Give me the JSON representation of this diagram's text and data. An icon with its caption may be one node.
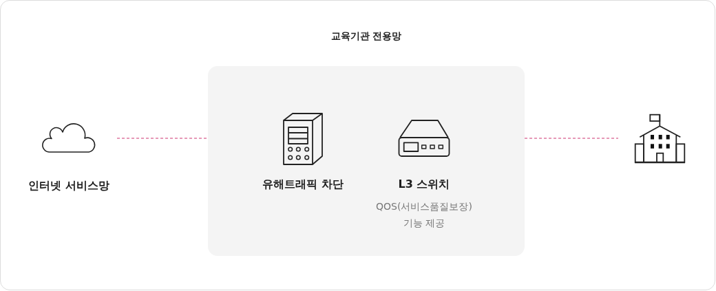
{
  "diagram": {
    "nodes": [
      {
        "text": [
          "교육기관 전용망"
        ]
      },
      {
        "text": [
          "인터넷 서비스망"
        ]
      },
      {
        "text": [
          "유해트래픽 차단"
        ],
        "in": 0
      },
      {
        "text": [
          "L3 스위치",
          "QOS(서비스품질보장) 기능 제공"
        ],
        "in": 0
      },
      {
        "text": [],
        "shape": "picture"
      }
    ],
    "edges": [
      {
        "from": 1,
        "to": 0,
        "arrow": "none",
        "style": "dashed",
        "color": "#cc3370"
      },
      {
        "from": 0,
        "to": 4,
        "arrow": "none",
        "style": "dashed",
        "color": "#cc3370"
      }
    ]
  }
}
